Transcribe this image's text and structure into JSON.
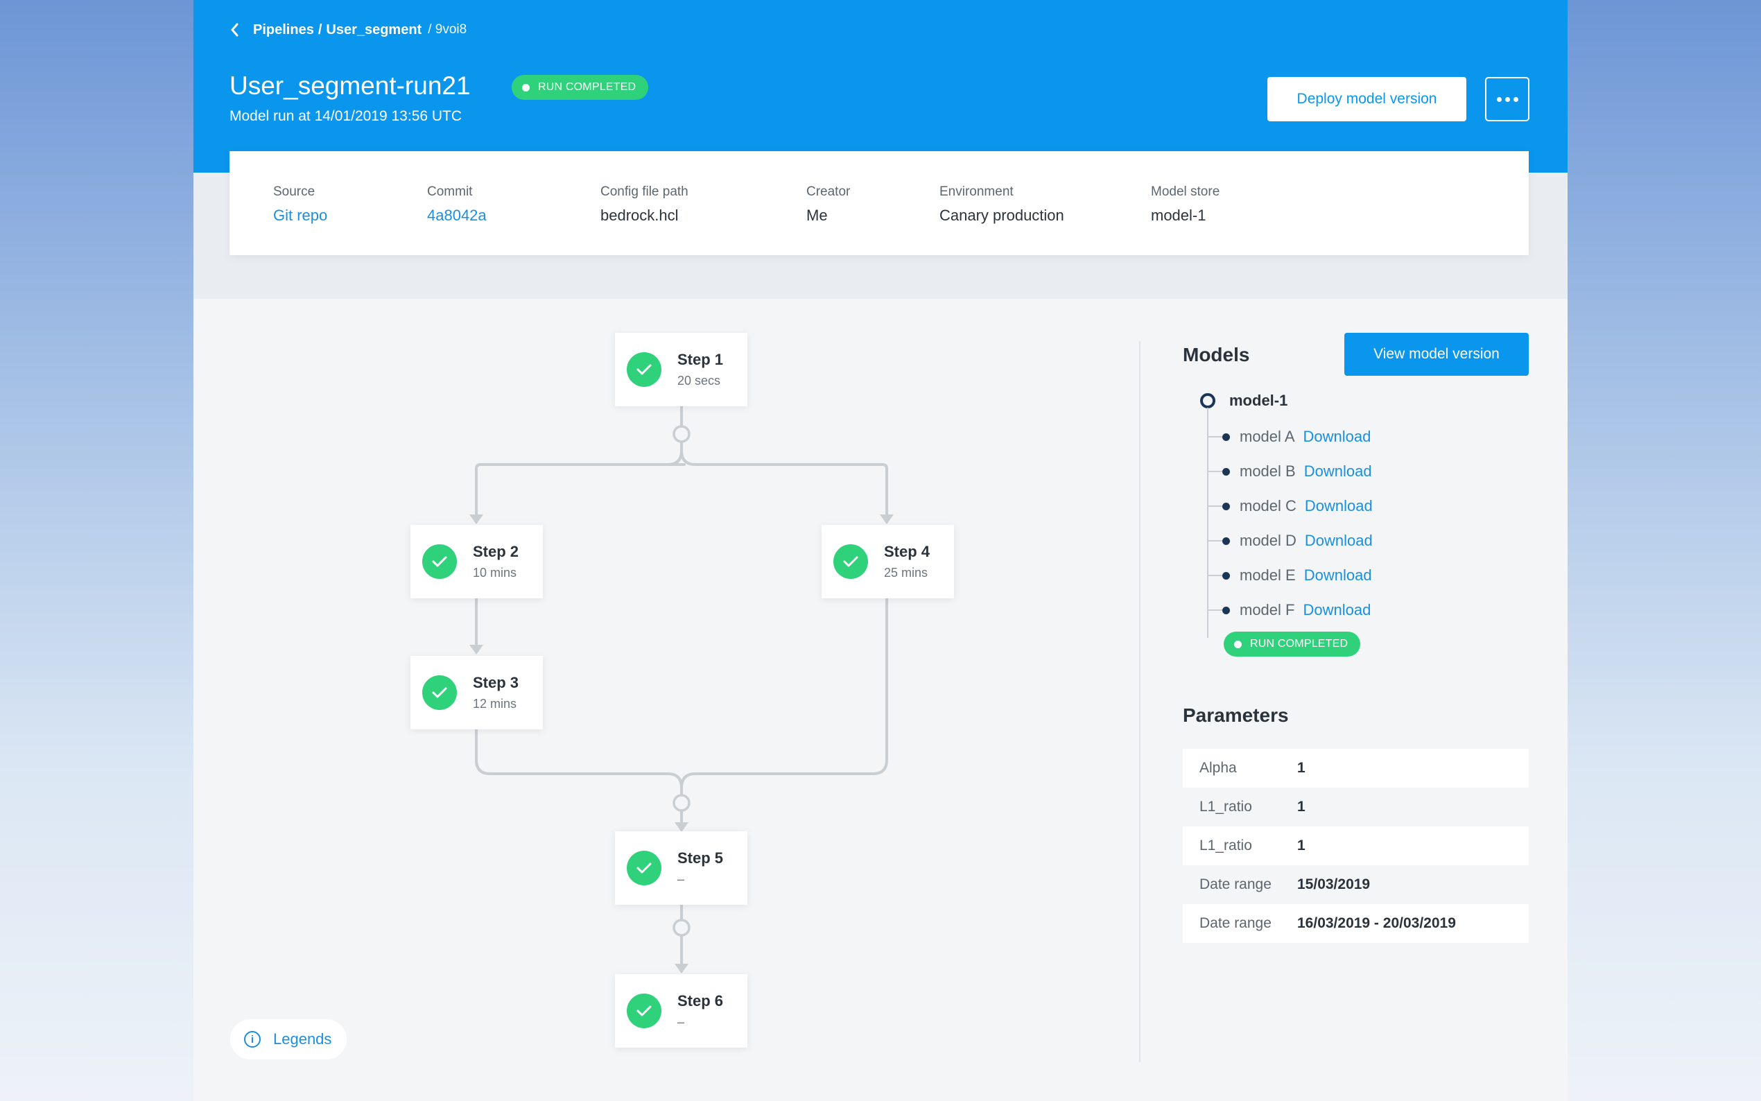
{
  "breadcrumb": {
    "pipelines": "Pipelines",
    "separator": "/",
    "pipeline": "User_segment",
    "run_id": "/ 9voi8"
  },
  "run": {
    "title": "User_segment-run21",
    "status": "RUN COMPLETED",
    "subtitle": "Model run at 14/01/2019 13:56 UTC"
  },
  "actions": {
    "deploy_label": "Deploy model version",
    "more_icon": "more-horizontal-icon"
  },
  "meta": [
    {
      "label": "Source",
      "value": "Git repo",
      "link": true
    },
    {
      "label": "Commit",
      "value": "4a8042a",
      "link": true
    },
    {
      "label": "Config file path",
      "value": "bedrock.hcl",
      "link": false
    },
    {
      "label": "Creator",
      "value": "Me",
      "link": false
    },
    {
      "label": "Environment",
      "value": "Canary production",
      "link": false
    },
    {
      "label": "Model store",
      "value": "model-1",
      "link": false
    }
  ],
  "steps": [
    {
      "name": "Step 1",
      "duration": "20 secs",
      "status": "completed"
    },
    {
      "name": "Step 2",
      "duration": "10 mins",
      "status": "completed"
    },
    {
      "name": "Step 3",
      "duration": "12 mins",
      "status": "completed"
    },
    {
      "name": "Step 4",
      "duration": "25 mins",
      "status": "completed"
    },
    {
      "name": "Step 5",
      "duration": "–",
      "status": "completed"
    },
    {
      "name": "Step 6",
      "duration": "–",
      "status": "completed"
    }
  ],
  "legends_label": "Legends",
  "models": {
    "title": "Models",
    "view_label": "View model version",
    "root": "model-1",
    "items": [
      {
        "name": "model A",
        "action": "Download"
      },
      {
        "name": "model B",
        "action": "Download"
      },
      {
        "name": "model C",
        "action": "Download"
      },
      {
        "name": "model D",
        "action": "Download"
      },
      {
        "name": "model E",
        "action": "Download"
      },
      {
        "name": "model F",
        "action": "Download"
      }
    ],
    "status": "RUN COMPLETED"
  },
  "parameters": {
    "title": "Parameters",
    "rows": [
      {
        "key": "Alpha",
        "value": "1"
      },
      {
        "key": "L1_ratio",
        "value": "1"
      },
      {
        "key": "L1_ratio",
        "value": "1"
      },
      {
        "key": "Date range",
        "value": "15/03/2019"
      },
      {
        "key": "Date range",
        "value": "16/03/2019 - 20/03/2019"
      }
    ]
  },
  "colors": {
    "header": "#0b96ee",
    "success": "#2fd27a",
    "link": "#1a8fe0"
  }
}
